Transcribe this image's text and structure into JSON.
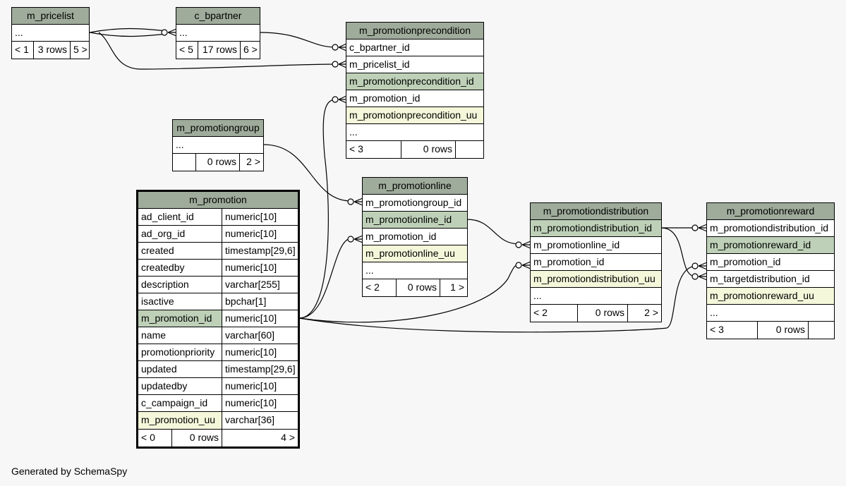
{
  "tables": {
    "m_pricelist": {
      "name": "m_pricelist",
      "rows": [
        "..."
      ],
      "footer": [
        "< 1",
        "3 rows",
        "5 >"
      ]
    },
    "c_bpartner": {
      "name": "c_bpartner",
      "rows": [
        "..."
      ],
      "footer": [
        "< 5",
        "17 rows",
        "6 >"
      ]
    },
    "m_promotionprecondition": {
      "name": "m_promotionprecondition",
      "rows": [
        "c_bpartner_id",
        "m_pricelist_id",
        "m_promotionprecondition_id",
        "m_promotion_id",
        "m_promotionprecondition_uu",
        "..."
      ],
      "footer": [
        "< 3",
        "0 rows",
        ""
      ]
    },
    "m_promotiongroup": {
      "name": "m_promotiongroup",
      "rows": [
        "..."
      ],
      "footer": [
        "",
        "0 rows",
        "2 >"
      ]
    },
    "m_promotionline": {
      "name": "m_promotionline",
      "rows": [
        "m_promotiongroup_id",
        "m_promotionline_id",
        "m_promotion_id",
        "m_promotionline_uu",
        "..."
      ],
      "footer": [
        "< 2",
        "0 rows",
        "1 >"
      ]
    },
    "m_promotiondistribution": {
      "name": "m_promotiondistribution",
      "rows": [
        "m_promotiondistribution_id",
        "m_promotionline_id",
        "m_promotion_id",
        "m_promotiondistribution_uu",
        "..."
      ],
      "footer": [
        "< 2",
        "0 rows",
        "2 >"
      ]
    },
    "m_promotionreward": {
      "name": "m_promotionreward",
      "rows": [
        "m_promotiondistribution_id",
        "m_promotionreward_id",
        "m_promotion_id",
        "m_targetdistribution_id",
        "m_promotionreward_uu",
        "..."
      ],
      "footer": [
        "< 3",
        "0 rows",
        ""
      ]
    },
    "m_promotion": {
      "name": "m_promotion",
      "columns": [
        {
          "name": "ad_client_id",
          "type": "numeric[10]"
        },
        {
          "name": "ad_org_id",
          "type": "numeric[10]"
        },
        {
          "name": "created",
          "type": "timestamp[29,6]"
        },
        {
          "name": "createdby",
          "type": "numeric[10]"
        },
        {
          "name": "description",
          "type": "varchar[255]"
        },
        {
          "name": "isactive",
          "type": "bpchar[1]"
        },
        {
          "name": "m_promotion_id",
          "type": "numeric[10]"
        },
        {
          "name": "name",
          "type": "varchar[60]"
        },
        {
          "name": "promotionpriority",
          "type": "numeric[10]"
        },
        {
          "name": "updated",
          "type": "timestamp[29,6]"
        },
        {
          "name": "updatedby",
          "type": "numeric[10]"
        },
        {
          "name": "c_campaign_id",
          "type": "numeric[10]"
        },
        {
          "name": "m_promotion_uu",
          "type": "varchar[36]"
        }
      ],
      "footer": [
        "< 0",
        "0 rows",
        "4 >"
      ]
    }
  },
  "footer": {
    "generated_by": "Generated by SchemaSpy"
  },
  "colors": {
    "header": "#9fab9b",
    "primary_key": "#bed1b8",
    "unique": "#f4f7da",
    "background": "#f7f7f7"
  }
}
